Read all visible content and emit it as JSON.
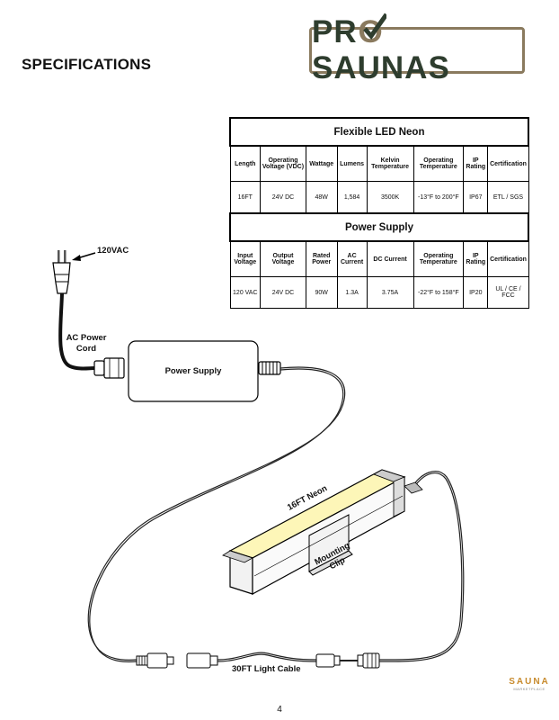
{
  "page": {
    "title": "SPECIFICATIONS",
    "page_number": "4"
  },
  "logo": {
    "pre": "PR",
    "post": "SAUNAS"
  },
  "footer_logo": {
    "main": "SAUNA",
    "sub": "MARKETPLACE"
  },
  "led_table": {
    "title": "Flexible LED Neon",
    "headers": [
      "Length",
      "Operating Voltage (VDC)",
      "Wattage",
      "Lumens",
      "Kelvin Temperature",
      "Operating Temperature",
      "IP Rating",
      "Certification"
    ],
    "values": [
      "16FT",
      "24V DC",
      "48W",
      "1,584",
      "3500K",
      "-13°F to 200°F",
      "IP67",
      "ETL / SGS"
    ]
  },
  "psu_table": {
    "title": "Power Supply",
    "headers": [
      "Input Voltage",
      "Output Voltage",
      "Rated Power",
      "AC Current",
      "DC Current",
      "Operating Temperature",
      "IP Rating",
      "Certification"
    ],
    "values": [
      "120 VAC",
      "24V DC",
      "90W",
      "1.3A",
      "3.75A",
      "-22°F to 158°F",
      "IP20",
      "UL / CE / FCC"
    ]
  },
  "diagram": {
    "voltage_label": "120VAC",
    "cord_label": "AC Power Cord",
    "psu_label": "Power Supply",
    "neon_label": "16FT Neon",
    "clip_label": "Mounting Clip",
    "cable_label": "30FT Light Cable"
  },
  "colors": {
    "logo_border": "#8a7a5e",
    "logo_text": "#2e3d2e",
    "neon_glow": "#fdf6b8",
    "footer_accent": "#c88b2e"
  }
}
